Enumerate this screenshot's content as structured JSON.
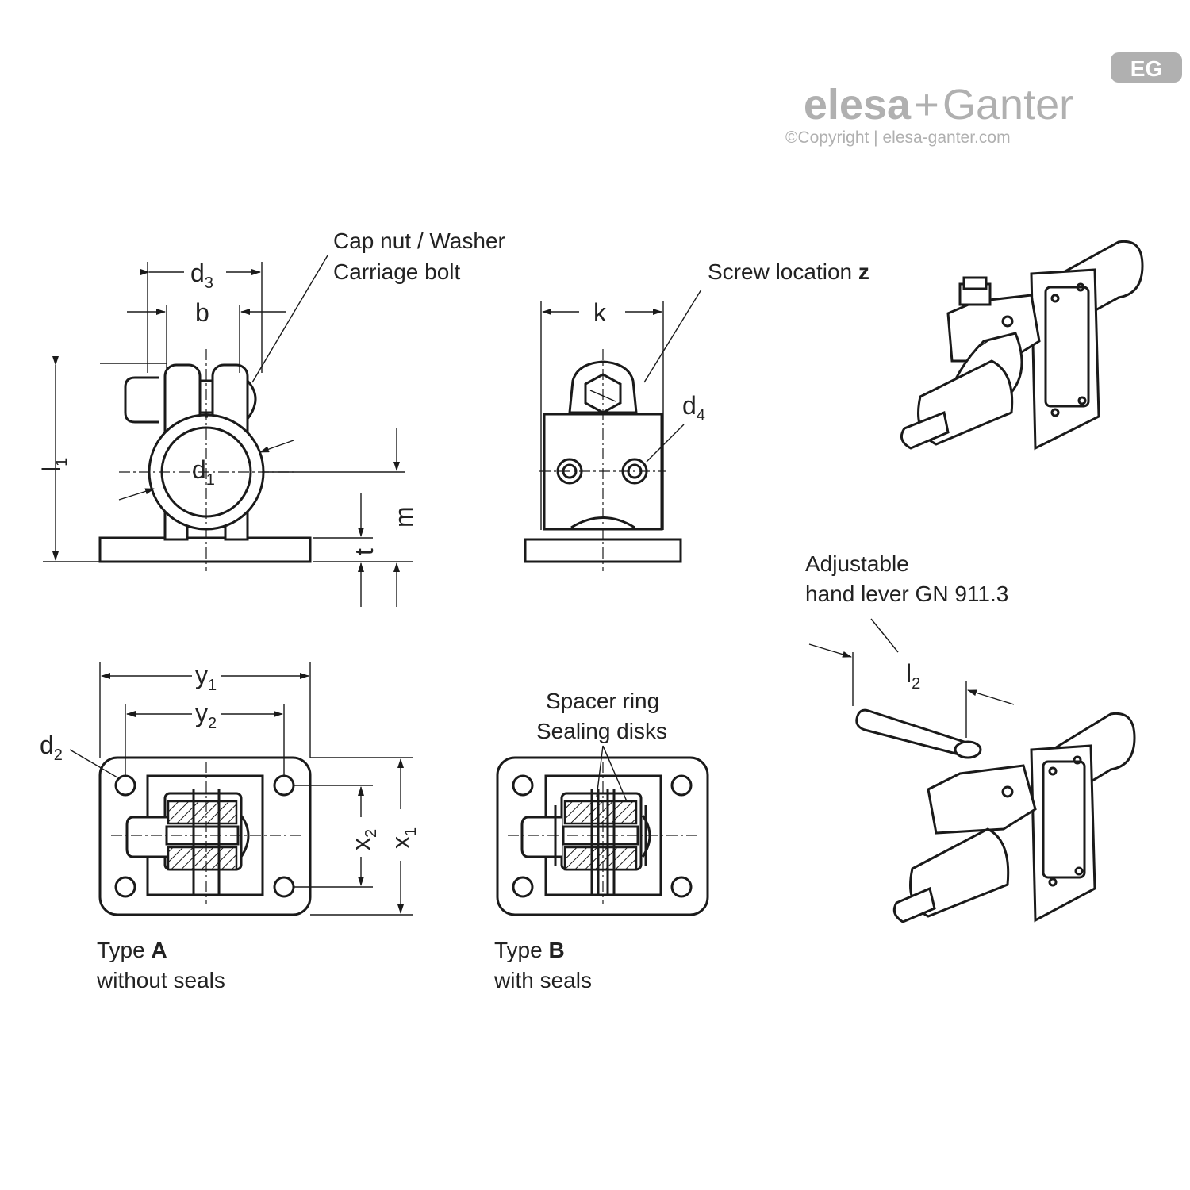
{
  "logo": {
    "brand_left": "elesa",
    "brand_plus": "+",
    "brand_right": "Ganter",
    "badge": "EG",
    "copyright": "©Copyright | elesa-ganter.com"
  },
  "labels": {
    "cap_nut": "Cap nut / Washer",
    "carriage_bolt": "Carriage bolt",
    "screw_location": "Screw location",
    "screw_location_z": "z",
    "adjustable": "Adjustable",
    "hand_lever": "hand lever GN 911.3",
    "spacer_ring": "Spacer ring",
    "sealing_disks": "Sealing disks",
    "type_a_prefix": "Type",
    "type_a_letter": "A",
    "type_a_desc": "without seals",
    "type_b_prefix": "Type",
    "type_b_letter": "B",
    "type_b_desc": "with seals"
  },
  "dimensions": {
    "d3": {
      "base": "d",
      "sub": "3"
    },
    "b": {
      "base": "b"
    },
    "l1": {
      "base": "l",
      "sub": "1"
    },
    "d1": {
      "base": "d",
      "sub": "1"
    },
    "m": {
      "base": "m"
    },
    "t": {
      "base": "t"
    },
    "k": {
      "base": "k"
    },
    "d4": {
      "base": "d",
      "sub": "4"
    },
    "y1": {
      "base": "y",
      "sub": "1"
    },
    "y2": {
      "base": "y",
      "sub": "2"
    },
    "d2": {
      "base": "d",
      "sub": "2"
    },
    "x2": {
      "base": "x",
      "sub": "2"
    },
    "x1": {
      "base": "x",
      "sub": "1"
    },
    "l2": {
      "base": "l",
      "sub": "2"
    }
  },
  "colors": {
    "line": "#1a1a1a",
    "logo": "#b0b0b0",
    "background": "#ffffff"
  }
}
